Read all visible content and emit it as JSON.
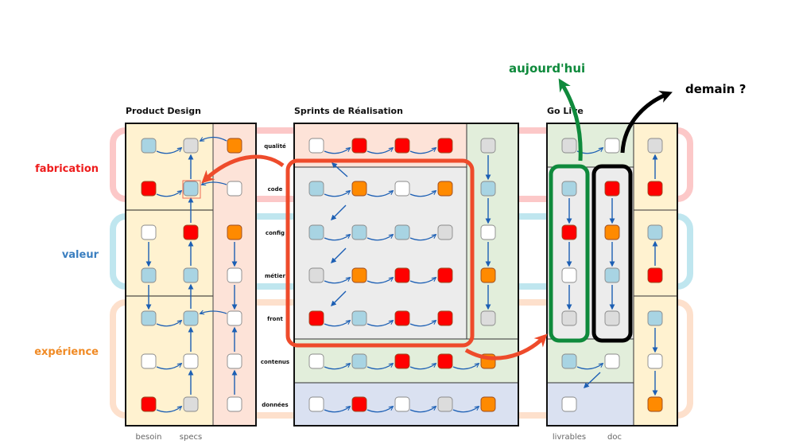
{
  "colors": {
    "fabrication": "#ee1c1c",
    "valeur": "#3b7fc0",
    "experience": "#f08a24",
    "band_fabrication": "#fcc8c8",
    "band_valeur": "#bfe6ef",
    "band_experience": "#fde0cc",
    "yellow_bg": "#fff2d0",
    "pink_bg": "#fde3d8",
    "green_bg": "#e2eedb",
    "blue_bg": "#dae1f1",
    "gray_bg": "#ececec",
    "arrow_blue": "#1c5fb4",
    "red_arrow": "#ee4b2b",
    "green_arrow": "#0f8a3c",
    "black_arrow": "#000000",
    "box": {
      "blue": "#a8d4e3",
      "gray": "#dcdcdc",
      "white": "#ffffff",
      "red": "#ff0000",
      "orange": "#ff8a00"
    }
  },
  "domains": [
    {
      "label": "fabrication",
      "color_key": "fabrication",
      "band": "band_fabrication"
    },
    {
      "label": "valeur",
      "color_key": "valeur",
      "band": "band_valeur"
    },
    {
      "label": "expérience",
      "color_key": "experience",
      "band": "band_experience"
    }
  ],
  "rows": [
    "qualité",
    "code",
    "config",
    "métier",
    "front",
    "contenus",
    "données"
  ],
  "panels": {
    "product_design": {
      "title": "Product Design",
      "footer": [
        "besoin",
        "specs"
      ],
      "grid": [
        [
          "blue",
          "gray",
          "orange"
        ],
        [
          "red",
          "blue",
          "white"
        ],
        [
          "white",
          "red",
          "orange"
        ],
        [
          "blue",
          "blue",
          "white"
        ],
        [
          "blue",
          "blue",
          "white"
        ],
        [
          "white",
          "white",
          "white"
        ],
        [
          "red",
          "gray",
          "white"
        ]
      ]
    },
    "sprints": {
      "title": "Sprints de Réalisation",
      "grid": [
        [
          "white",
          "red",
          "red",
          "red",
          "gray"
        ],
        [
          "blue",
          "orange",
          "white",
          "orange",
          "blue"
        ],
        [
          "blue",
          "blue",
          "blue",
          "gray",
          "white"
        ],
        [
          "gray",
          "orange",
          "red",
          "red",
          "orange"
        ],
        [
          "red",
          "blue",
          "red",
          "red",
          "gray"
        ],
        [
          "white",
          "blue",
          "red",
          "red",
          "orange"
        ],
        [
          "white",
          "red",
          "white",
          "gray",
          "orange"
        ]
      ]
    },
    "go_live": {
      "title": "Go Live",
      "footer": [
        "livrables",
        "doc"
      ],
      "grid": [
        [
          "gray",
          "white",
          "gray"
        ],
        [
          "blue",
          "red",
          "red"
        ],
        [
          "red",
          "orange",
          "blue"
        ],
        [
          "white",
          "blue",
          "red"
        ],
        [
          "gray",
          "gray",
          "blue"
        ],
        [
          "blue",
          "white",
          "white"
        ],
        [
          "white",
          null,
          "orange"
        ]
      ]
    }
  },
  "annotations": {
    "today": "aujourd'hui",
    "tomorrow": "demain ?"
  }
}
